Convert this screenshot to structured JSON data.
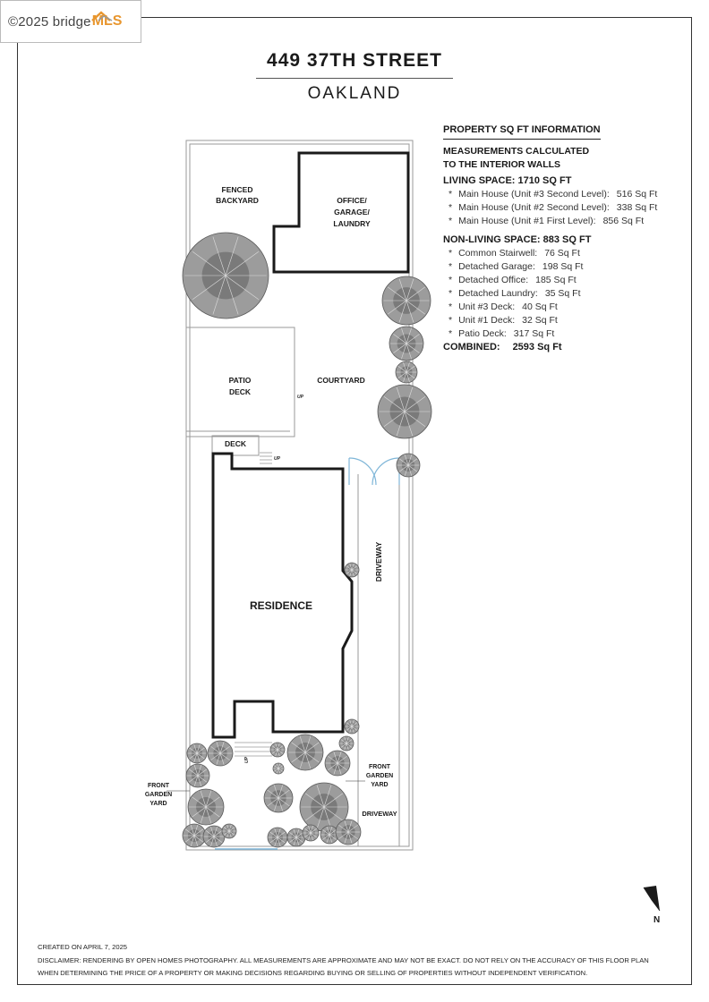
{
  "logo": {
    "text": "©2025 bridge",
    "mls": "MLS"
  },
  "header": {
    "address": "449 37TH STREET",
    "city": "OAKLAND"
  },
  "info": {
    "heading": "PROPERTY SQ FT INFORMATION",
    "measure_line1": "MEASUREMENTS CALCULATED",
    "measure_line2": "TO THE INTERIOR WALLS",
    "living": {
      "title": "LIVING SPACE: 1710 SQ FT",
      "items": [
        {
          "label": "Main House (Unit #3 Second Level):",
          "value": "516 Sq Ft"
        },
        {
          "label": "Main House (Unit #2 Second Level):",
          "value": "338 Sq Ft"
        },
        {
          "label": "Main House (Unit #1 First Level):",
          "value": "856 Sq Ft"
        }
      ]
    },
    "nonliving": {
      "title": "NON-LIVING SPACE: 883 SQ FT",
      "items": [
        {
          "label": "Common Stairwell:",
          "value": "76 Sq Ft"
        },
        {
          "label": "Detached Garage:",
          "value": "198 Sq Ft"
        },
        {
          "label": "Detached Office:",
          "value": "185 Sq Ft"
        },
        {
          "label": "Detached Laundry:",
          "value": "35 Sq Ft"
        },
        {
          "label": "Unit #3 Deck:",
          "value": "40 Sq Ft"
        },
        {
          "label": "Unit #1 Deck:",
          "value": "32 Sq Ft"
        },
        {
          "label": "Patio Deck:",
          "value": "317 Sq Ft"
        }
      ]
    },
    "combined": {
      "label": "COMBINED:",
      "value": "2593 Sq Ft"
    }
  },
  "plan": {
    "fenced_1": "FENCED",
    "fenced_2": "BACKYARD",
    "office_1": "OFFICE/",
    "office_2": "GARAGE/",
    "office_3": "LAUNDRY",
    "patio_1": "PATIO",
    "patio_2": "DECK",
    "courtyard": "COURTYARD",
    "deck": "DECK",
    "residence": "RESIDENCE",
    "driveway": "DRIVEWAY",
    "driveway_bottom": "DRIVEWAY",
    "up": "UP",
    "front_left_1": "FRONT",
    "front_left_2": "GARDEN",
    "front_left_3": "YARD",
    "front_right_1": "FRONT",
    "front_right_2": "GARDEN",
    "front_right_3": "YARD",
    "north": "N"
  },
  "footer": {
    "created": "CREATED ON APRIL 7, 2025",
    "disclaimer1": "DISCLAIMER: RENDERING BY OPEN HOMES PHOTOGRAPHY. ALL MEASUREMENTS ARE APPROXIMATE AND MAY NOT BE EXACT. DO NOT RELY ON THE ACCURACY OF THIS FLOOR PLAN",
    "disclaimer2": "WHEN DETERMINING THE PRICE OF A PROPERTY OR MAKING DECISIONS REGARDING BUYING OR SELLING OF PROPERTIES WITHOUT INDEPENDENT VERIFICATION."
  },
  "colors": {
    "wall": "#1a1a1a",
    "fence": "#9a9a9a",
    "tree": "#8a8a8a",
    "door": "#7fb6d8",
    "accent": "#e8962e"
  }
}
